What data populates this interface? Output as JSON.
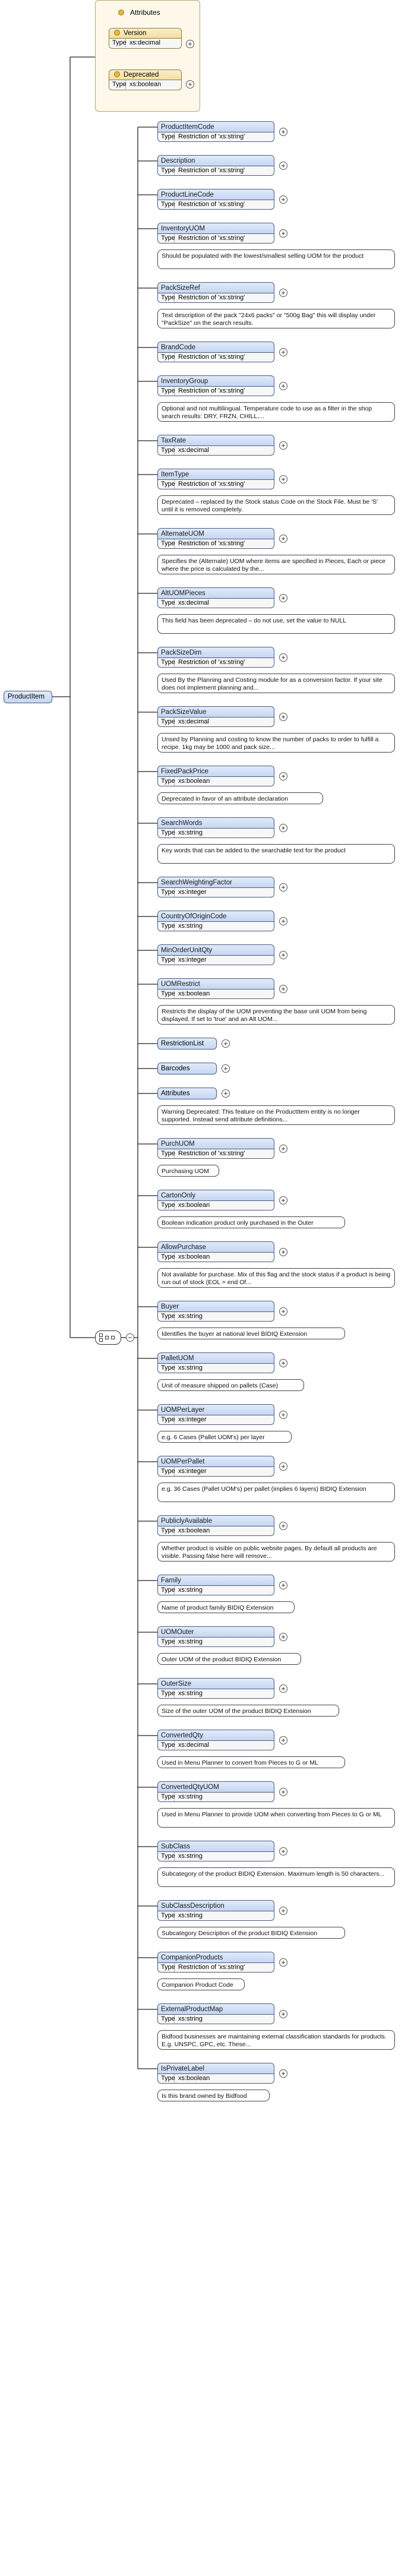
{
  "root": {
    "name": "ProductItem"
  },
  "attributes": {
    "title": "Attributes",
    "items": [
      {
        "name": "Version",
        "type_key": "Type",
        "type": "xs:decimal"
      },
      {
        "name": "Deprecated",
        "type_key": "Type",
        "type": "xs:boolean"
      }
    ]
  },
  "elements": [
    {
      "name": "ProductItemCode",
      "type_key": "Type",
      "type": "Restriction of 'xs:string'"
    },
    {
      "name": "Description",
      "type_key": "Type",
      "type": "Restriction of 'xs:string'"
    },
    {
      "name": "ProductLineCode",
      "type_key": "Type",
      "type": "Restriction of 'xs:string'"
    },
    {
      "name": "InventoryUOM",
      "type_key": "Type",
      "type": "Restriction of 'xs:string'",
      "note": "Should be populated with the lowest/smallest selling UOM for the product"
    },
    {
      "name": "PackSizeRef",
      "type_key": "Type",
      "type": "Restriction of 'xs:string'",
      "note": "Text description of the pack \"24x6 packs\" or \"500g Bag\" this will display under \"PackSize\" on the search results."
    },
    {
      "name": "BrandCode",
      "type_key": "Type",
      "type": "Restriction of 'xs:string'"
    },
    {
      "name": "InventoryGroup",
      "type_key": "Type",
      "type": "Restriction of 'xs:string'",
      "note": "Optional and not multilingual. Temperature code to use as a filter in the shop search results: DRY, FRZN, CHILL,..."
    },
    {
      "name": "TaxRate",
      "type_key": "Type",
      "type": "xs:decimal"
    },
    {
      "name": "ItemType",
      "type_key": "Type",
      "type": "Restriction of 'xs:string'",
      "note": "Deprecated – replaced by the Stock status Code on the Stock File. Must be 'S' until it is removed completely."
    },
    {
      "name": "AlternateUOM",
      "type_key": "Type",
      "type": "Restriction of 'xs:string'",
      "note": "Specifies the (Alternate) UOM where items are specified in Pieces, Each or piece where the price is calculated by the..."
    },
    {
      "name": "AltUOMPieces",
      "type_key": "Type",
      "type": "xs:decimal",
      "note": "This field has been deprecated – do not use, set the value to NULL"
    },
    {
      "name": "PackSizeDim",
      "type_key": "Type",
      "type": "Restriction of 'xs:string'",
      "note": "Used By the Planning and Costing module for as a conversion factor. If your site does not implement planning and..."
    },
    {
      "name": "PackSizeValue",
      "type_key": "Type",
      "type": "xs:decimal",
      "note": "Unsed by Planning and costing to know the number of packs to order to fulfill a recipe. 1kg may be 1000 and pack size..."
    },
    {
      "name": "FixedPackPrice",
      "type_key": "Type",
      "type": "xs:boolean",
      "note": "Deprecated in favor of an attribute declaration"
    },
    {
      "name": "SearchWords",
      "type_key": "Type",
      "type": "xs:string",
      "note": "Key words that can be added to the searchable text for the product"
    },
    {
      "name": "SearchWeightingFactor",
      "type_key": "Type",
      "type": "xs:integer"
    },
    {
      "name": "CountryOfOriginCode",
      "type_key": "Type",
      "type": "xs:string"
    },
    {
      "name": "MinOrderUnitQty",
      "type_key": "Type",
      "type": "xs:integer"
    },
    {
      "name": "UOMRestrict",
      "type_key": "Type",
      "type": "xs:boolean",
      "note": "Restricts the display of the UOM preventing the base unit UOM from being displayed. If set to 'true' and an Alt UOM..."
    },
    {
      "name": "RestrictionList",
      "simple": true
    },
    {
      "name": "Barcodes",
      "simple": true
    },
    {
      "name": "Attributes",
      "simple": true,
      "note": "Warning Deprecated: This feature on the ProductItem entity is no longer supported. Instead send attribute definitions..."
    },
    {
      "name": "PurchUOM",
      "type_key": "Type",
      "type": "Restriction of 'xs:string'",
      "note": "Purchasing UOM"
    },
    {
      "name": "CartonOnly",
      "type_key": "Type",
      "type": "xs:boolean",
      "note": "Boolean indication product only purchased in the Outer"
    },
    {
      "name": "AllowPurchase",
      "type_key": "Type",
      "type": "xs:boolean",
      "note": "Not available for purchase. Mix of this flag and the stock status if a product is being run out of stock (EOL = end Of..."
    },
    {
      "name": "Buyer",
      "type_key": "Type",
      "type": "xs:string",
      "note": "Identifies the buyer at national level BIDIQ Extension"
    },
    {
      "name": "PalletUOM",
      "type_key": "Type",
      "type": "xs:string",
      "note": "Unit of measure shipped on pallets (Case)"
    },
    {
      "name": "UOMPerLayer",
      "type_key": "Type",
      "type": "xs:integer",
      "note": "e.g. 6 Cases (Pallet UOM's) per layer"
    },
    {
      "name": "UOMPerPallet",
      "type_key": "Type",
      "type": "xs:integer",
      "note": "e.g. 36 Cases (Pallet UOM's) per pallet (implies 6 layers) BIDIQ Extension"
    },
    {
      "name": "PubliclyAvailable",
      "type_key": "Type",
      "type": "xs:boolean",
      "note": "Whether product is visible on public website pages. By default all products are visible. Passing false here will remove..."
    },
    {
      "name": "Family",
      "type_key": "Type",
      "type": "xs:string",
      "note": "Name of product family BIDIQ Extension"
    },
    {
      "name": "UOMOuter",
      "type_key": "Type",
      "type": "xs:string",
      "note": "Outer UOM of the product BIDIQ Extension"
    },
    {
      "name": "OuterSize",
      "type_key": "Type",
      "type": "xs:string",
      "note": "Size of the outer UOM of the product BIDIQ Extension"
    },
    {
      "name": "ConvertedQty",
      "type_key": "Type",
      "type": "xs:decimal",
      "note": "Used in Menu Planner to convert from Pieces to G or ML"
    },
    {
      "name": "ConvertedQtyUOM",
      "type_key": "Type",
      "type": "xs:string",
      "note": "Used in Menu Planner to provide UOM when converting from Pieces to G or ML"
    },
    {
      "name": "SubClass",
      "type_key": "Type",
      "type": "xs:string",
      "note": "Subcategory of the product BIDIQ Extension. Maximum length is 50 characters..."
    },
    {
      "name": "SubClassDescription",
      "type_key": "Type",
      "type": "xs:string",
      "note": "Subcategory Description of the product BIDIQ Extension"
    },
    {
      "name": "CompanionProducts",
      "type_key": "Type",
      "type": "Restriction of 'xs:string'",
      "note": "Companion Product Code"
    },
    {
      "name": "ExternalProductMap",
      "type_key": "Type",
      "type": "xs:string",
      "note": "Bidfood businesses are maintaining external classification standards for products. E.g. UNSPC, GPC, etc. These..."
    },
    {
      "name": "IsPrivateLabel",
      "type_key": "Type",
      "type": "xs:boolean",
      "note": "Is this brand owned by Bidfood"
    }
  ]
}
